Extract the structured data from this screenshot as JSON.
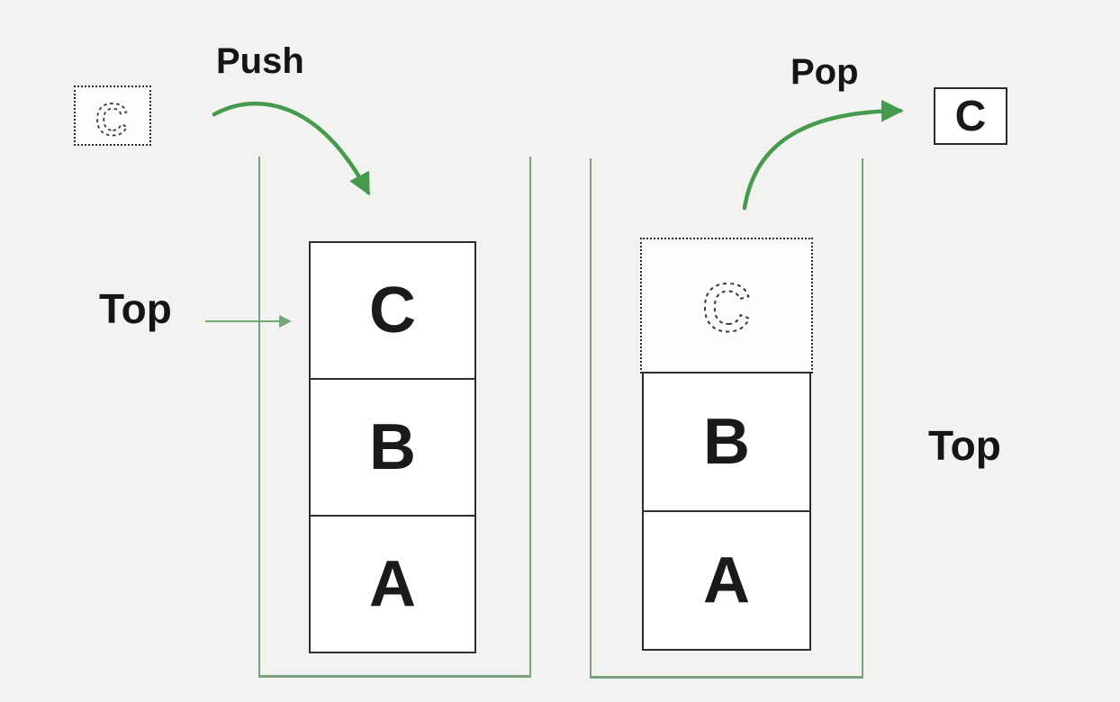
{
  "labels": {
    "push": "Push",
    "pop": "Pop",
    "top_left": "Top",
    "top_right": "Top"
  },
  "left_stack": {
    "items": [
      "C",
      "B",
      "A"
    ]
  },
  "right_stack": {
    "ghost_item": "C",
    "items": [
      "B",
      "A"
    ]
  },
  "incoming_item": {
    "letter": "C"
  },
  "popped_item": {
    "letter": "C"
  },
  "colors": {
    "background": "#f2f2f1",
    "arrow_green": "#459a4d",
    "thin_arrow_green": "#6fa577",
    "container_green": "#7da081",
    "box_border": "#2e2e2e",
    "ghost_stroke": "#3a3a3a",
    "text": "#151515"
  }
}
